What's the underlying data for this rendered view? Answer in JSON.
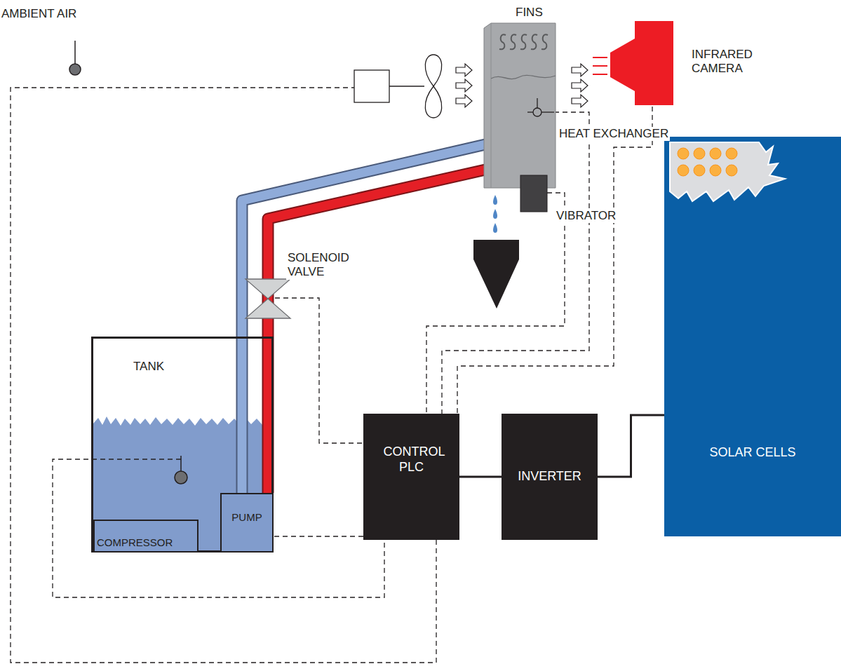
{
  "diagram": {
    "nodes": [
      {
        "text": [
          "TANK"
        ]
      },
      {
        "text": [
          "COMPRESSOR"
        ],
        "in": 0
      },
      {
        "text": [
          "PUMP"
        ],
        "in": 0
      },
      {
        "text": [
          "CONTROL PLC"
        ]
      },
      {
        "text": [
          "INVERTER"
        ]
      },
      {
        "text": [
          "SOLAR CELLS"
        ]
      }
    ],
    "edges": [
      {
        "from": 3,
        "to": 4,
        "arrow": "none"
      },
      {
        "from": 4,
        "to": 5,
        "arrow": "none"
      },
      {
        "from": 3,
        "to": 2,
        "arrow": "none"
      }
    ],
    "labels": [
      "AMBIENT AIR",
      "FINS",
      "INFRARED CAMERA",
      "HEAT EXCHANGER",
      "VIBRATOR",
      "SOLENOID VALVE"
    ]
  }
}
